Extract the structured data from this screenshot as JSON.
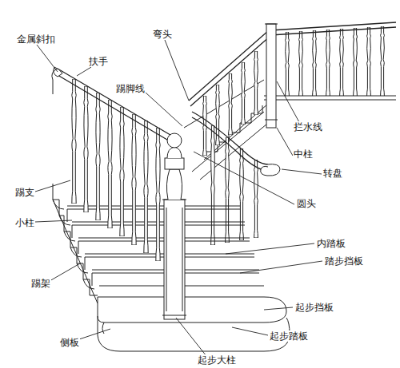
{
  "diagram": {
    "labels": [
      "金属斜扣",
      "扶手",
      "弯头",
      "踢脚线",
      "拦水线",
      "中柱",
      "转盘",
      "踢支",
      "圆头",
      "小柱",
      "内踏板",
      "踏步挡板",
      "踢架",
      "起步挡板",
      "侧板",
      "起步踏板",
      "起步大柱"
    ]
  }
}
